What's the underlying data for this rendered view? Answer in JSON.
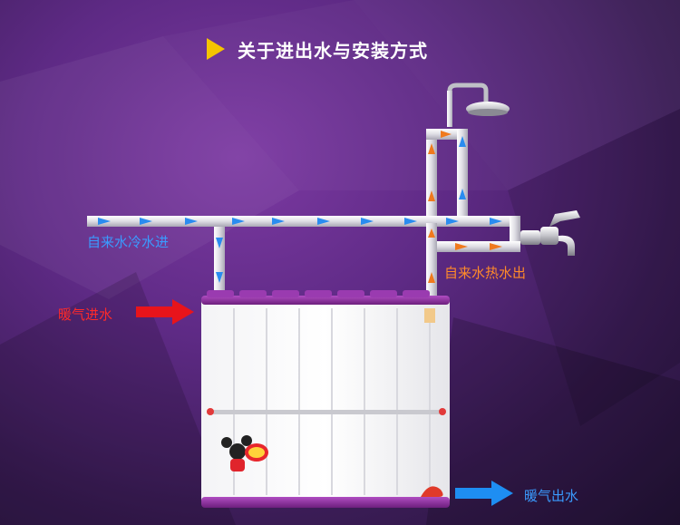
{
  "title": "关于进出水与安装方式",
  "labels": {
    "cold_in": "自来水冷水进",
    "hot_out": "自来水热水出",
    "heating_in": "暖气进水",
    "heating_out": "暖气出水"
  },
  "colors": {
    "accent": "#f5c400",
    "cold": "#2a8cf0",
    "hot": "#f07a1e",
    "heating_in": "#e8141b",
    "heating_out": "#1e8ef2",
    "radiator_trim": "#8a2a9a"
  },
  "icons": [
    "play-triangle-icon",
    "shower-head-icon",
    "faucet-icon",
    "mascot-sticker-icon",
    "brand-logo-icon"
  ]
}
